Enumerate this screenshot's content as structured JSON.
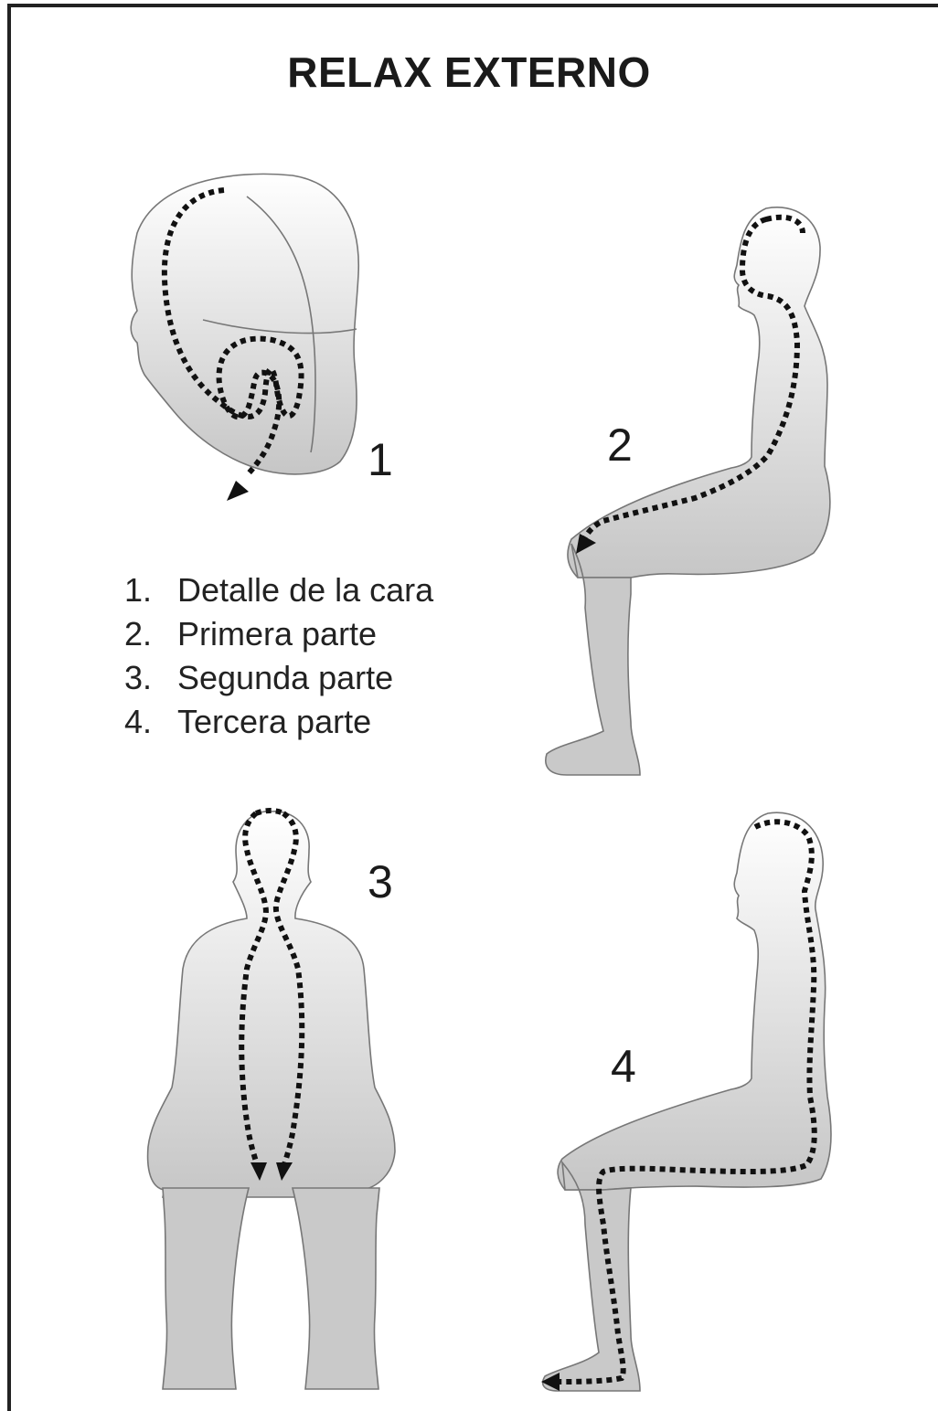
{
  "title": "RELAX EXTERNO",
  "legend": [
    {
      "num": "1.",
      "label": "Detalle de la cara"
    },
    {
      "num": "2.",
      "label": "Primera parte"
    },
    {
      "num": "3.",
      "label": "Segunda parte"
    },
    {
      "num": "4.",
      "label": "Tercera parte"
    }
  ],
  "figures": [
    {
      "number": "1"
    },
    {
      "number": "2"
    },
    {
      "number": "3"
    },
    {
      "number": "4"
    }
  ],
  "colors": {
    "path": "#111111",
    "skin_light": "#f5f5f5",
    "skin_dark": "#c8c8c8",
    "outline": "#777777"
  }
}
